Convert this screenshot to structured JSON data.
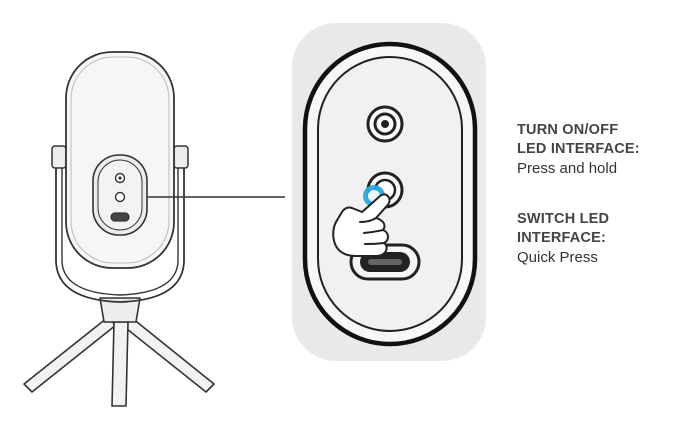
{
  "instructions": [
    {
      "heading_line1": "TURN ON/OFF",
      "heading_line2": "LED INTERFACE:",
      "body": "Press and hold"
    },
    {
      "heading_line1": "SWITCH LED",
      "heading_line2": "INTERFACE:",
      "body": "Quick Press"
    }
  ],
  "colors": {
    "accent": "#2aa6dc",
    "panel_background": "#e9e9e9",
    "line": "#333333",
    "text": "#333333"
  },
  "icons": [
    "microphone-illustration",
    "tripod-stand",
    "headphone-jack-icon",
    "led-button-icon",
    "usb-c-port-icon",
    "pointing-hand-icon"
  ]
}
